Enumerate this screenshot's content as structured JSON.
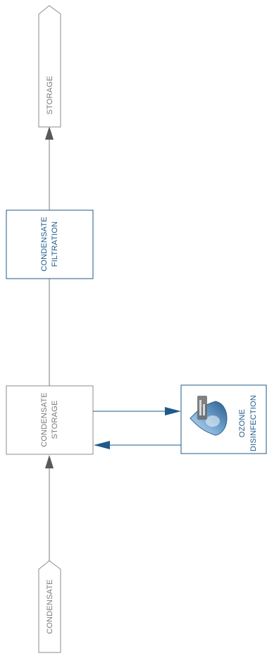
{
  "nodes": {
    "source": {
      "label": "CONDENSATE"
    },
    "storage": {
      "line1": "CONDENSATE",
      "line2": "STORAGE"
    },
    "filtration": {
      "line1": "CONDENSATE",
      "line2": "FILTRATION"
    },
    "ozone": {
      "line1": "OZONE",
      "line2": "DISINFECTION"
    },
    "output": {
      "label": "STORAGE"
    }
  },
  "colors": {
    "grey_line": "#7a7a7a",
    "arrow_grey": "#595959",
    "blue": "#1f5a8a",
    "box_grey": "#8c8c8c"
  },
  "icons": {
    "ozone_logo": "ozone-generator-logo-icon"
  }
}
